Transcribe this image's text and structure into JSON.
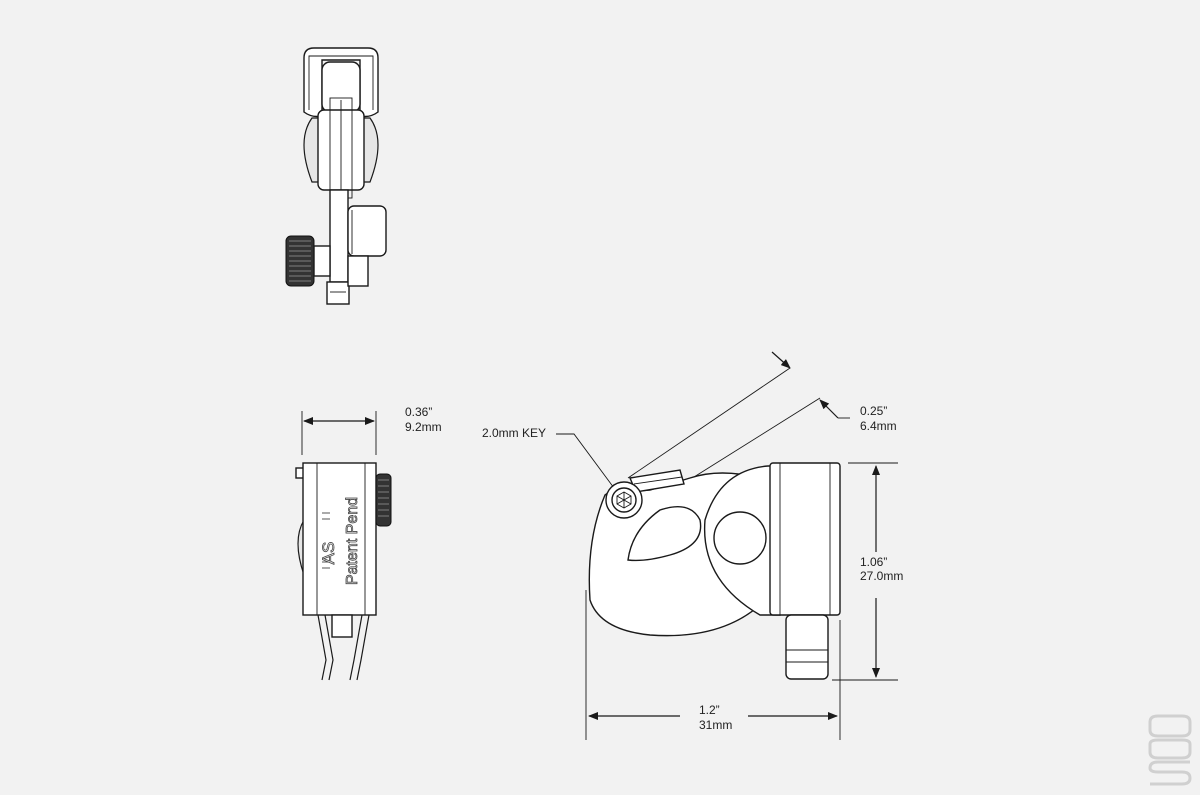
{
  "dimensions": {
    "width": {
      "in": "0.36”",
      "mm": "9.2mm"
    },
    "key": {
      "label": "2.0mm KEY"
    },
    "angle_gap": {
      "in": "0.25”",
      "mm": "6.4mm"
    },
    "height": {
      "in": "1.06”",
      "mm": "27.0mm"
    },
    "length": {
      "in": "1.2”",
      "mm": "31mm"
    }
  },
  "side_view": {
    "brand": "AS",
    "patent": "Patent Pend"
  },
  "colors": {
    "background": "#f2f2f2",
    "line": "#1a1a1a",
    "knob": "#333333"
  }
}
